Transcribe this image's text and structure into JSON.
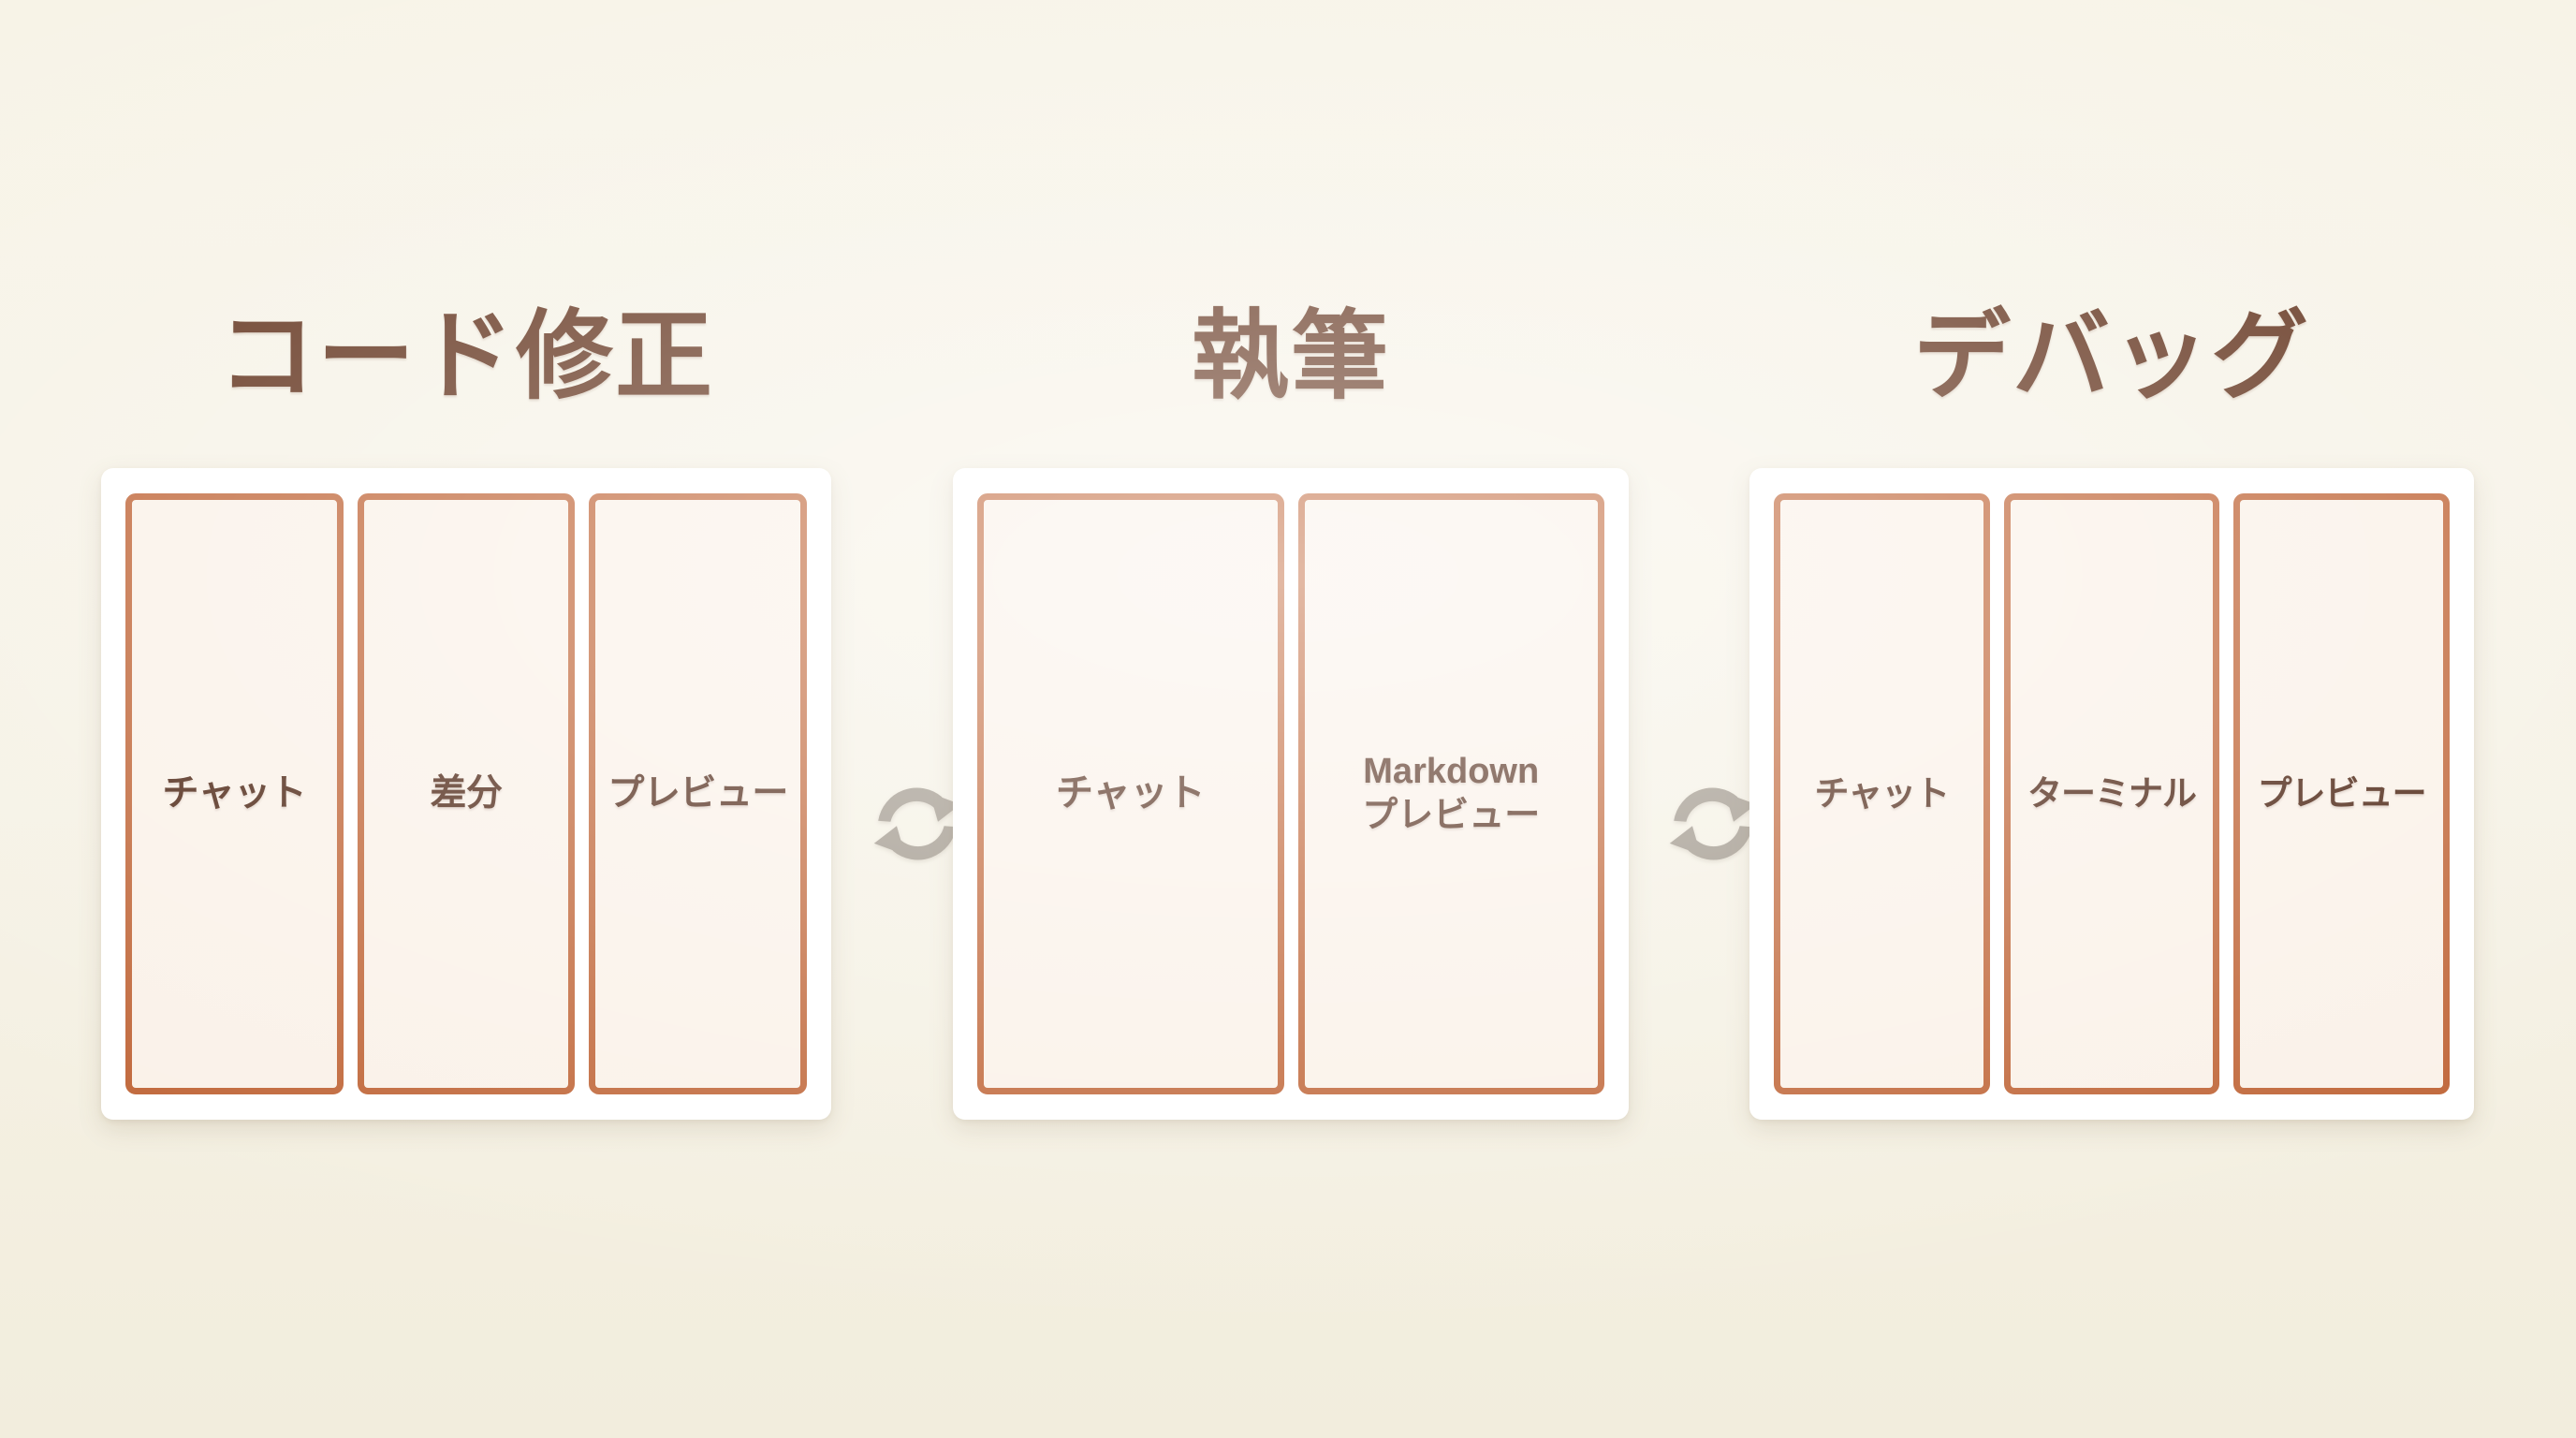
{
  "diagram": {
    "background_color": "#F5F1E4",
    "accent_color": "#BF6436",
    "title_color": "#5C2B14",
    "label_color": "#4A2210",
    "arrow_color": "#9A9184",
    "groups": [
      {
        "title": "コード修正",
        "panels": [
          {
            "label": "チャット"
          },
          {
            "label": "差分"
          },
          {
            "label": "プレビュー"
          }
        ]
      },
      {
        "title": "執筆",
        "panels": [
          {
            "label": "チャット"
          },
          {
            "label": "Markdown\nプレビュー"
          }
        ]
      },
      {
        "title": "デバッグ",
        "panels": [
          {
            "label": "チャット"
          },
          {
            "label": "ターミナル"
          },
          {
            "label": "プレビュー"
          }
        ]
      }
    ],
    "connectors": [
      {
        "icon": "sync-arrows-icon"
      },
      {
        "icon": "sync-arrows-icon"
      }
    ]
  }
}
